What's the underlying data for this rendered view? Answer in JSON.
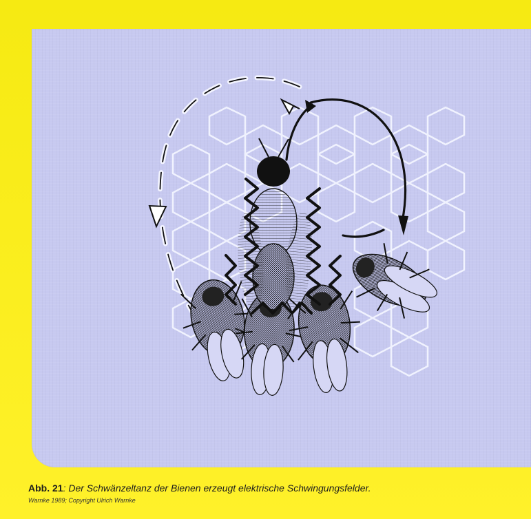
{
  "caption": {
    "label": "Abb. 21",
    "text": ": Der Schwänzeltanz der Bienen erzeugt elektrische Schwingungsfelder.",
    "credit": "Warnke 1989; Copyright Ulrich Warnke"
  },
  "colors": {
    "background": "#f6ea12",
    "figure_panel": "#c7c9f0",
    "ink": "#1d1d1d"
  },
  "icons": [
    "honeycomb-grid",
    "dashed-return-arrow",
    "solid-return-arrow",
    "dancing-bee",
    "follower-bee",
    "electric-wave"
  ]
}
